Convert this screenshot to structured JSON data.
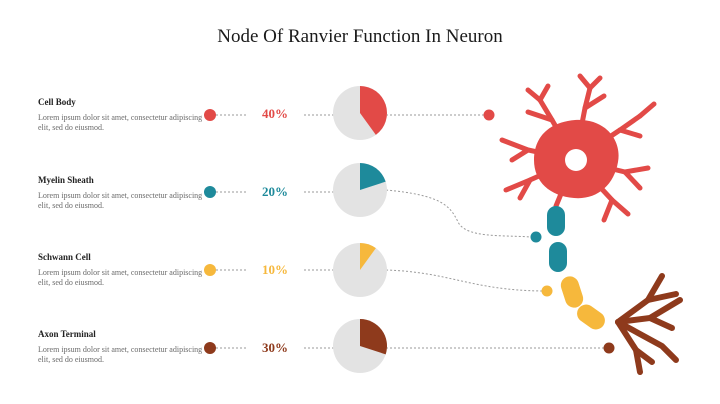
{
  "title": "Node Of Ranvier Function In Neuron",
  "items": [
    {
      "label": "Cell Body",
      "desc": "Lorem ipsum dolor sit amet, consectetur adipiscing elit, sed do eiusmod.",
      "percent_label": "40%",
      "value": 0.4,
      "color": "#E24A47"
    },
    {
      "label": "Myelin Sheath",
      "desc": "Lorem ipsum dolor sit amet, consectetur adipiscing elit, sed do eiusmod.",
      "percent_label": "20%",
      "value": 0.2,
      "color": "#1E8A9B"
    },
    {
      "label": "Schwann Cell",
      "desc": "Lorem ipsum dolor sit amet, consectetur adipiscing elit, sed do eiusmod.",
      "percent_label": "10%",
      "value": 0.1,
      "color": "#F6B83C"
    },
    {
      "label": "Axon Terminal",
      "desc": "Lorem ipsum dolor sit amet, consectetur adipiscing elit, sed do eiusmod.",
      "percent_label": "30%",
      "value": 0.3,
      "color": "#8E3A1C"
    }
  ],
  "pie_base_color": "#E3E3E3",
  "connector_color": "#9A9A9A"
}
